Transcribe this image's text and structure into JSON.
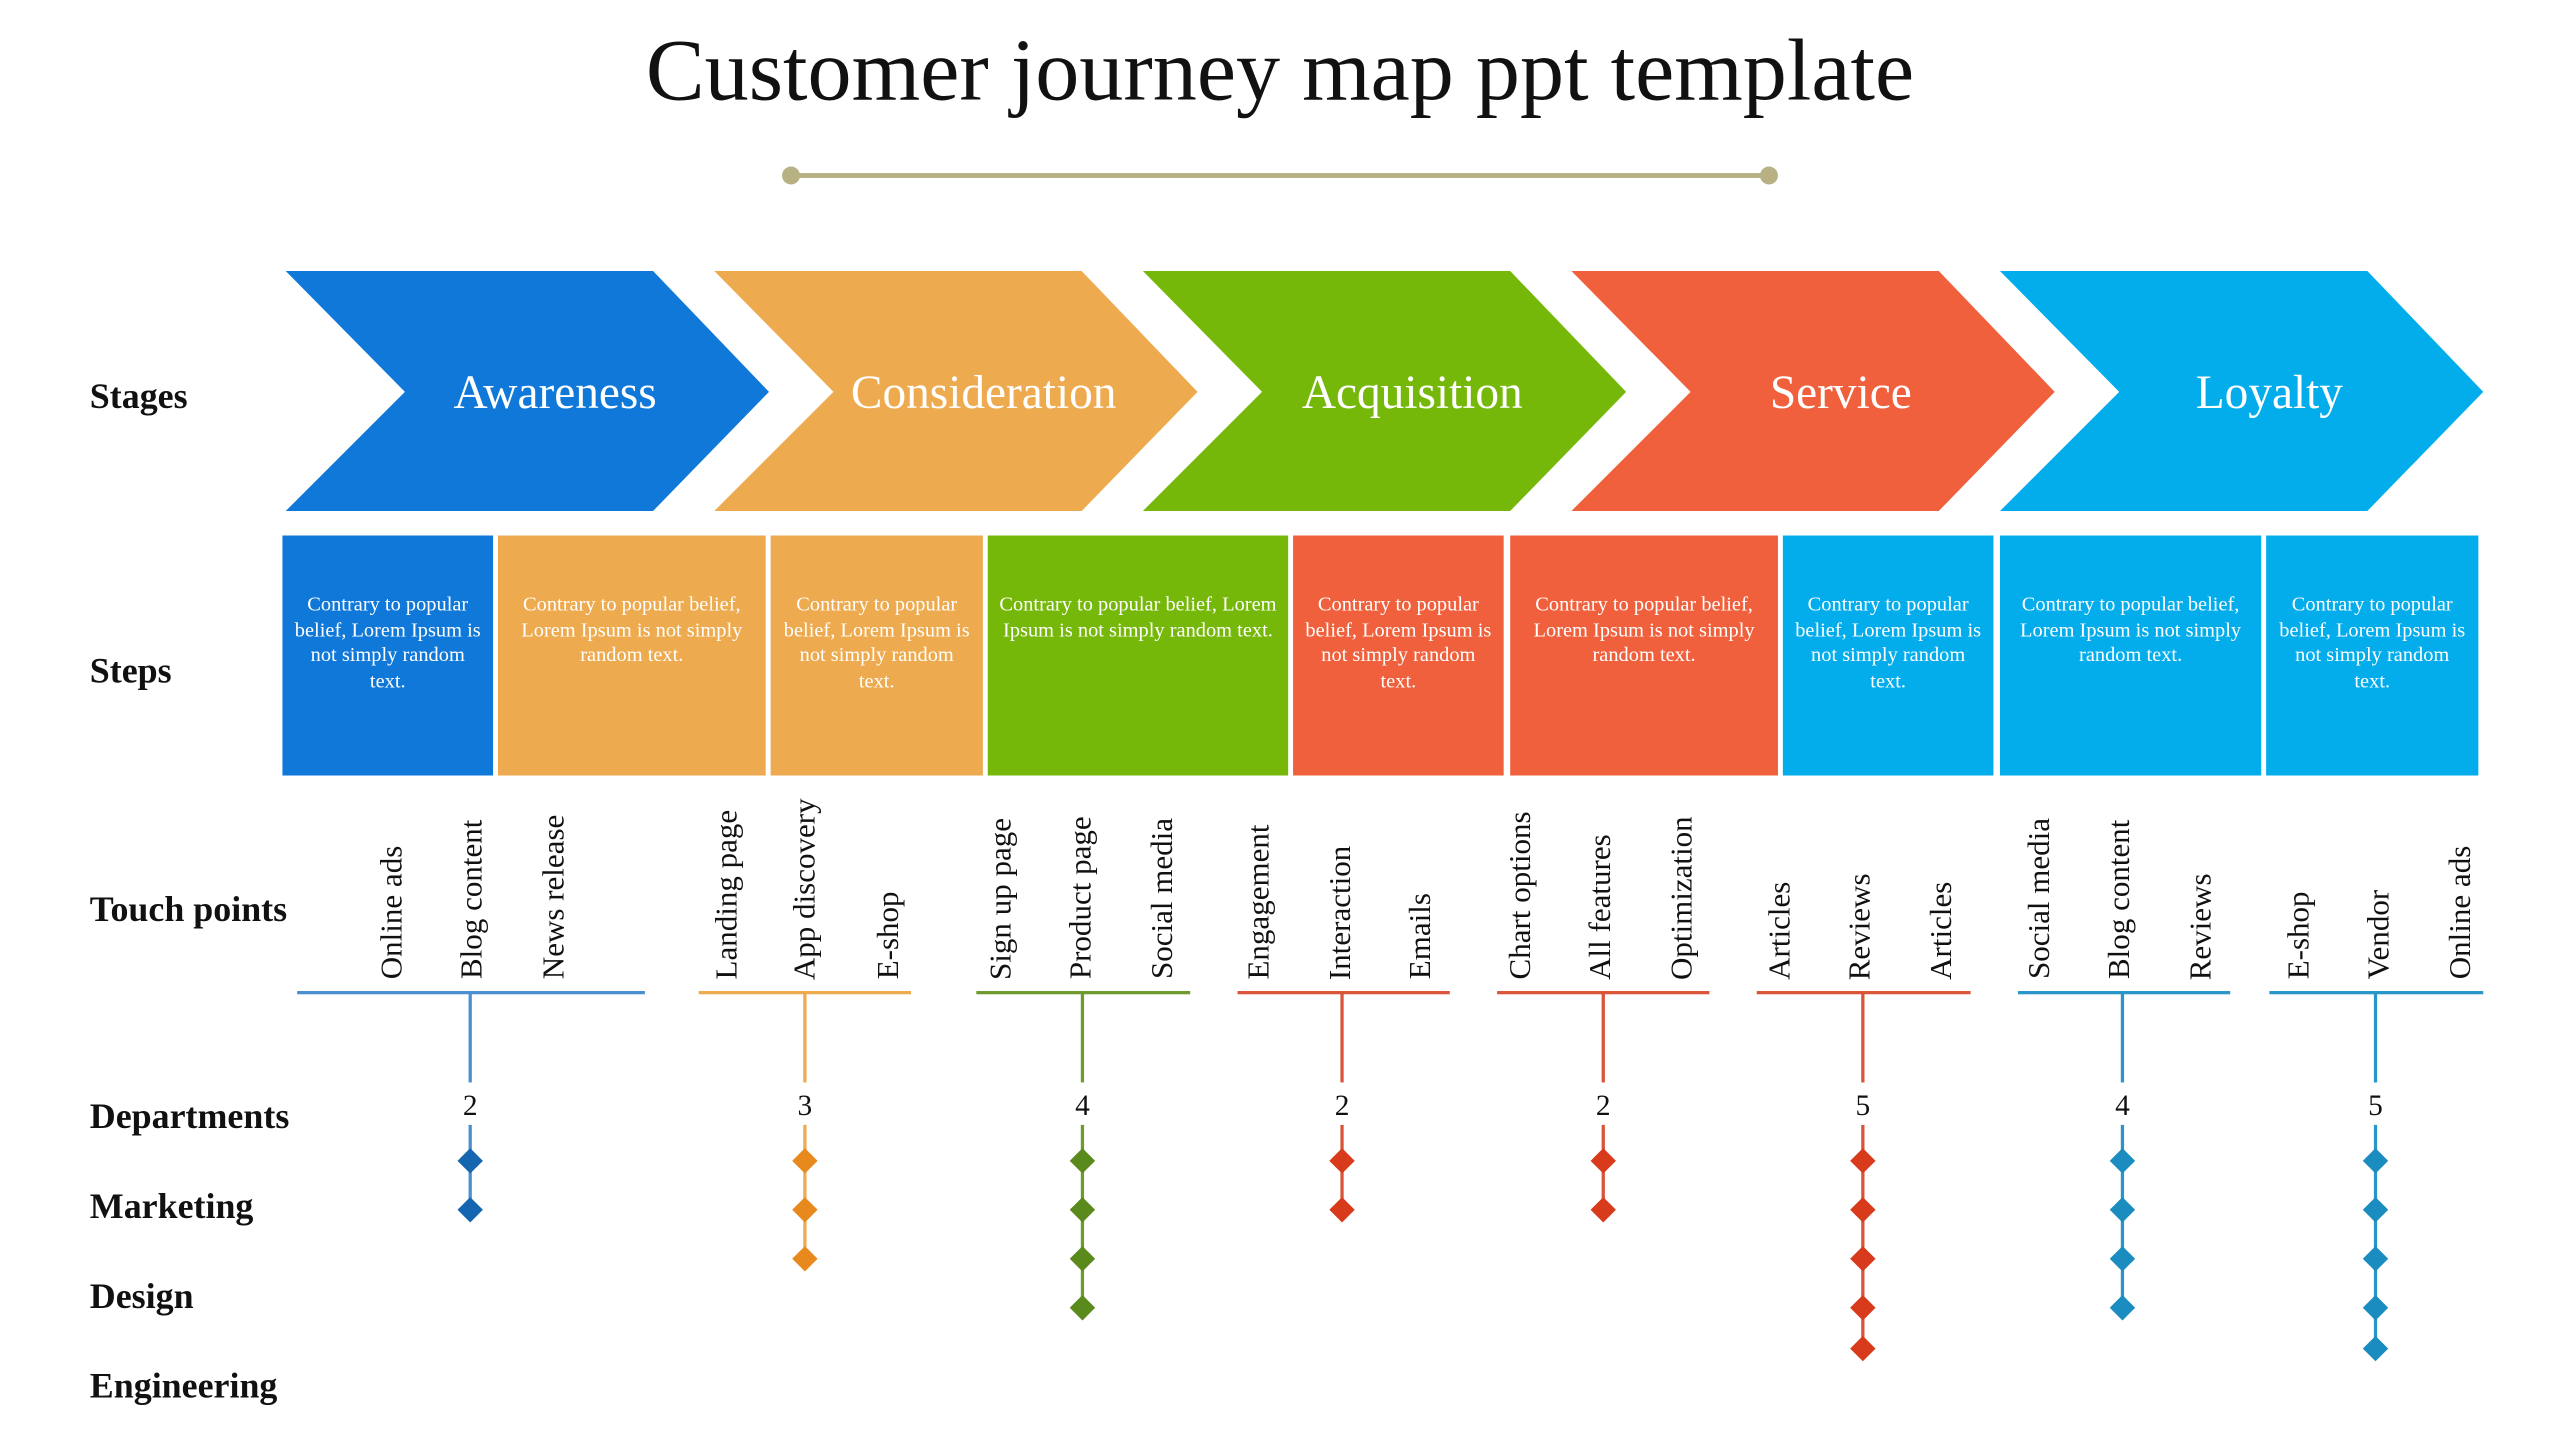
{
  "title": "Customer journey map ppt template",
  "row_labels": {
    "stages": "Stages",
    "steps": "Steps",
    "touch_points": "Touch points",
    "departments": "Departments",
    "marketing": "Marketing",
    "design": "Design",
    "engineering": "Engineering"
  },
  "colors": {
    "blue": "#0f78d8",
    "orange": "#eeaa4e",
    "green": "#76b80a",
    "red": "#f0603c",
    "cyan": "#03adec",
    "rule": "#b8b184"
  },
  "stages": [
    {
      "label": "Awareness",
      "color": "#0f78d8"
    },
    {
      "label": "Consideration",
      "color": "#eeaa4e"
    },
    {
      "label": "Acquisition",
      "color": "#76b80a"
    },
    {
      "label": "Service",
      "color": "#f0603c"
    },
    {
      "label": "Loyalty",
      "color": "#03adec"
    }
  ],
  "steps": [
    {
      "text": "Contrary to popular belief, Lorem Ipsum is not simply random text.",
      "color": "#0f78d8"
    },
    {
      "text": "Contrary to popular belief, Lorem Ipsum is not simply random text.",
      "color": "#eeaa4e"
    },
    {
      "text": "Contrary to popular belief, Lorem Ipsum is not simply random text.",
      "color": "#eeaa4e"
    },
    {
      "text": "Contrary to popular belief, Lorem Ipsum is not simply random text.",
      "color": "#76b80a"
    },
    {
      "text": "Contrary to popular belief, Lorem Ipsum is not simply random text.",
      "color": "#f0603c"
    },
    {
      "text": "Contrary to popular belief, Lorem Ipsum is not simply random text.",
      "color": "#f0603c"
    },
    {
      "text": "Contrary to popular belief, Lorem Ipsum is not simply random text.",
      "color": "#03adec"
    },
    {
      "text": "Contrary to popular belief, Lorem Ipsum is not simply random text.",
      "color": "#03adec"
    },
    {
      "text": "Contrary to popular belief, Lorem Ipsum is not simply random text.",
      "color": "#03adec"
    }
  ],
  "touch_groups": [
    {
      "items": [
        "Online ads",
        "Blog content",
        "News release"
      ],
      "departments": 2,
      "line_color": "#4a8fd0",
      "marker_color": "#1565b0"
    },
    {
      "items": [
        "Landing page",
        "App discovery",
        "E-shop"
      ],
      "departments": 3,
      "line_color": "#eeaa4e",
      "marker_color": "#e8891e"
    },
    {
      "items": [
        "Sign up page",
        "Product page",
        "Social media"
      ],
      "departments": 4,
      "line_color": "#6f9a2e",
      "marker_color": "#5a8a1c"
    },
    {
      "items": [
        "Engagement",
        "Interaction",
        "Emails"
      ],
      "departments": 2,
      "line_color": "#d9553a",
      "marker_color": "#d83a1c"
    },
    {
      "items": [
        "Chart options",
        "All features",
        "Optimization"
      ],
      "departments": 2,
      "line_color": "#d9553a",
      "marker_color": "#d83a1c"
    },
    {
      "items": [
        "Articles",
        "Reviews",
        "Articles"
      ],
      "departments": 5,
      "line_color": "#d9553a",
      "marker_color": "#d83a1c"
    },
    {
      "items": [
        "Social media",
        "Blog content",
        "Reviews"
      ],
      "departments": 4,
      "line_color": "#2a96c8",
      "marker_color": "#1a8cc0"
    },
    {
      "items": [
        "E-shop",
        "Vendor",
        "Online ads"
      ],
      "departments": 5,
      "line_color": "#2a96c8",
      "marker_color": "#1a8cc0"
    }
  ]
}
